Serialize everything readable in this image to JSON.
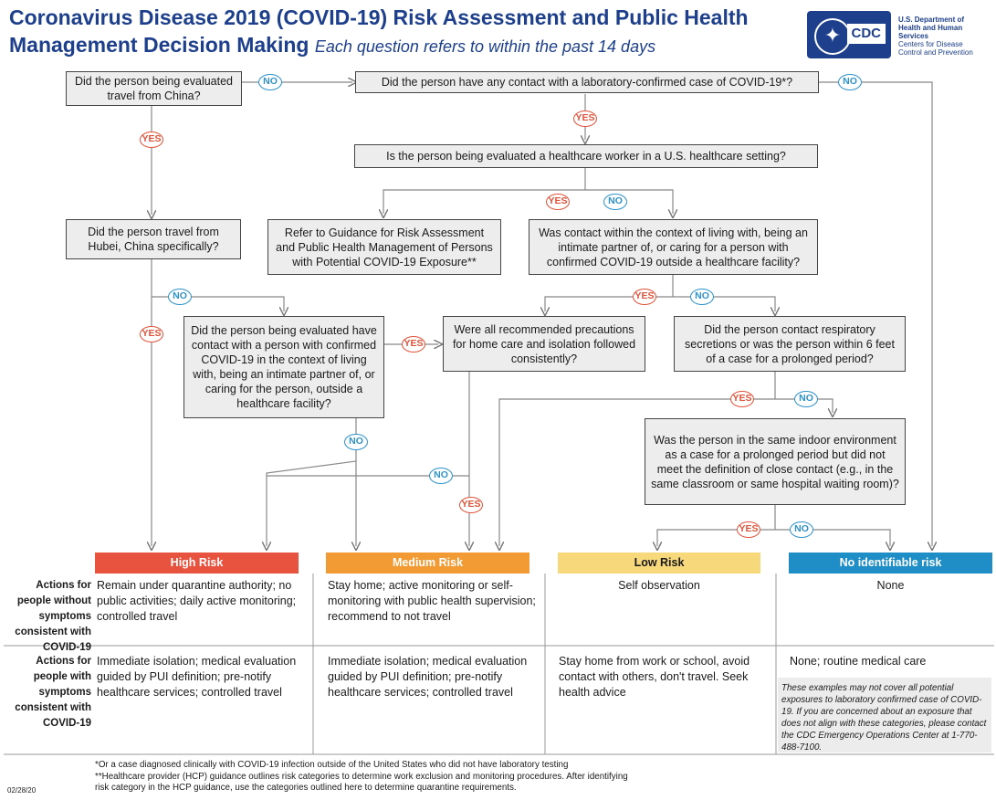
{
  "header": {
    "title_line1": "Coronavirus Disease 2019 (COVID-19) Risk Assessment and Public Health",
    "title_line2": "Management Decision Making",
    "subtitle": "Each question refers to within the past 14 days",
    "logo_text": "CDC",
    "agency_line1": "U.S. Department of",
    "agency_line2": "Health and Human Services",
    "agency_line3": "Centers for Disease",
    "agency_line4": "Control and Prevention"
  },
  "questions": {
    "q_china": "Did the person being evaluated travel from China?",
    "q_contact": "Did the person have any contact with a laboratory-confirmed case of COVID-19*?",
    "q_hcw": "Is the person being evaluated a healthcare worker in a U.S. healthcare setting?",
    "q_hubei": "Did the person travel from Hubei, China specifically?",
    "refer": "Refer to Guidance for Risk Assessment and Public Health Management of Persons with Potential COVID-19 Exposure**",
    "q_living": "Was contact within the context of living with, being an intimate partner of, or caring for a person with confirmed COVID-19 outside a healthcare facility?",
    "q_household": "Did the person being evaluated have contact with a person with confirmed COVID-19 in the context of living with, being an intimate partner of, or caring for the person, outside a healthcare facility?",
    "q_precautions": "Were all recommended precautions for home care and isolation followed consistently?",
    "q_respiratory": "Did the person contact respiratory secretions or was the person within 6 feet of a case for a prolonged period?",
    "q_indoor": "Was the person in the same indoor environment as a case for a prolonged period but did not meet the definition of close contact (e.g., in the same classroom or same hospital waiting room)?"
  },
  "labels": {
    "yes": "YES",
    "no": "NO"
  },
  "risk_levels": [
    {
      "label": "High Risk",
      "color": "#e8533f"
    },
    {
      "label": "Medium Risk",
      "color": "#f29a33"
    },
    {
      "label": "Low Risk",
      "color": "#f7d87a"
    },
    {
      "label": "No identifiable risk",
      "color": "#1f8dc6"
    }
  ],
  "rows": {
    "without_symptoms_label": "Actions for people without symptoms consistent with COVID-19",
    "with_symptoms_label": "Actions for people with symptoms consistent with COVID-19",
    "without": [
      "Remain under quarantine authority; no public activities; daily active monitoring; controlled travel",
      "Stay home; active monitoring or self-monitoring with public health supervision; recommend to not travel",
      "Self observation",
      "None"
    ],
    "with": [
      "Immediate isolation; medical evaluation guided by PUI definition; pre-notify healthcare services; controlled travel",
      "Immediate isolation; medical evaluation guided by PUI definition; pre-notify healthcare services; controlled travel",
      "Stay home from work or school, avoid contact with others, don't travel. Seek health advice",
      "None; routine medical care"
    ]
  },
  "note": "These examples may not cover all potential exposures to laboratory confirmed case of COVID-19. If you are concerned about an exposure that does not align with these categories, please contact the CDC Emergency Operations Center at 1-770-488-7100.",
  "footnotes": {
    "f1": "*Or a case diagnosed clinically with COVID-19 infection outside of the United States who did not have laboratory testing",
    "f2": "**Healthcare provider (HCP) guidance outlines risk categories to determine work exclusion and monitoring procedures. After identifying risk category in the HCP guidance, use the categories outlined here to determine quarantine requirements.",
    "date": "02/28/20"
  }
}
